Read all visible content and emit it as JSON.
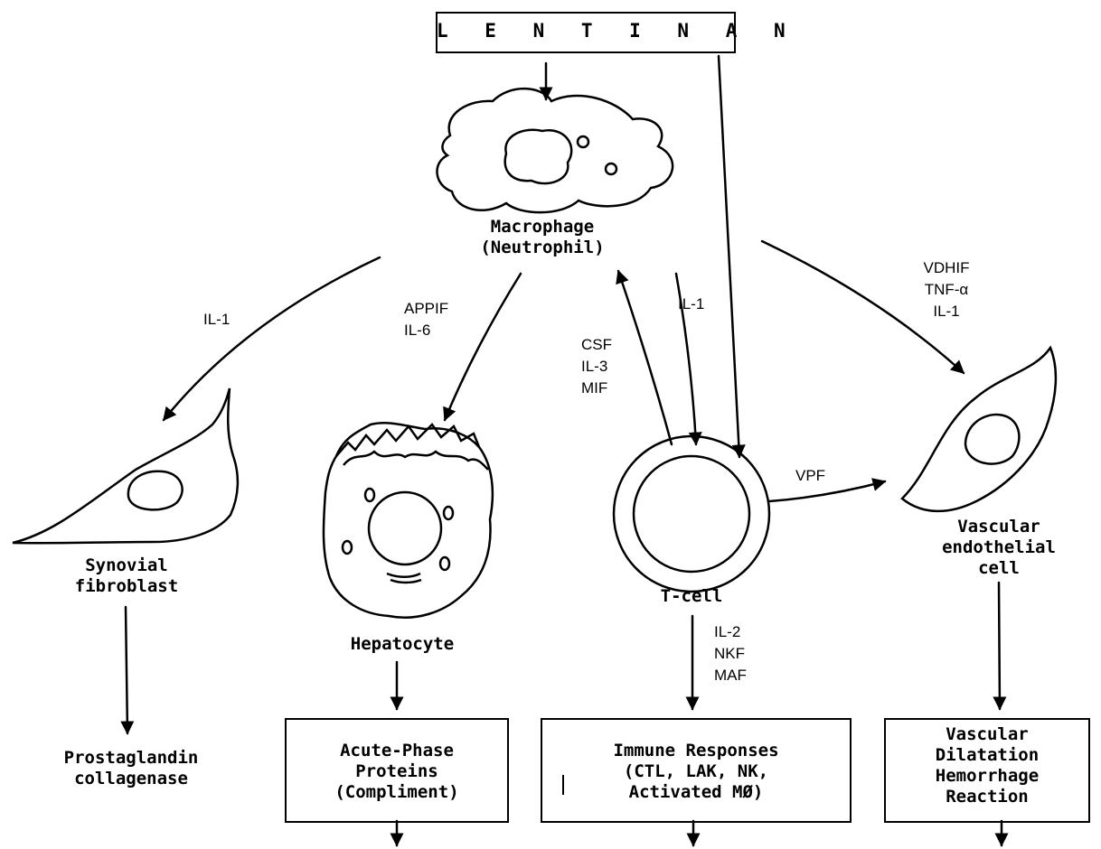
{
  "title": "L E N T I N A N",
  "cells": {
    "macrophage": "Macrophage\n(Neutrophil)",
    "synovial": "Synovial\nfibroblast",
    "hepatocyte": "Hepatocyte",
    "tcell": "T-cell",
    "vascular": "Vascular\nendothelial\ncell"
  },
  "mediators": {
    "synovial": "IL-1",
    "hepatocyte": "APPIF\nIL-6",
    "tcell_up": "CSF\nIL-3\nMIF",
    "tcell_down": "IL-1",
    "vascular": "VDHIF\nTNF-α\nIL-1",
    "vpf": "VPF",
    "immune": "IL-2\nNKF\nMAF"
  },
  "outcomes": {
    "prostaglandin": "Prostaglandin\ncollagenase",
    "acute_phase": "Acute-Phase\nProteins\n(Compliment)",
    "immune": "Immune Responses\n(CTL, LAK, NK,\nActivated MØ)",
    "vascular": "Vascular\nDilatation\nHemorrhage\nReaction"
  },
  "colors": {
    "ink": "#000000",
    "paper": "#ffffff"
  }
}
